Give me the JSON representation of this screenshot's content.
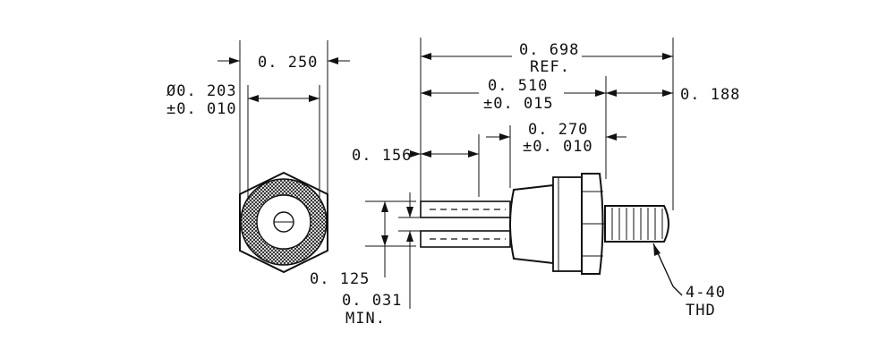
{
  "dimensions": {
    "hex_width": "0. 250",
    "bore_dia": "Ø0. 203",
    "bore_tol": "±0. 010",
    "overall_length": "0. 698",
    "overall_ref": "REF.",
    "body_length": "0. 510",
    "body_tol": "±0. 015",
    "thread_length": "0. 188",
    "shank_length": "0. 270",
    "shank_tol": "±0. 010",
    "tine_length": "0. 156",
    "tine_width": "0. 125",
    "slot_width": "0. 031",
    "slot_min": "MIN.",
    "thread_spec": "4-40",
    "thread_type": "THD"
  },
  "colors": {
    "ink": "#111111",
    "paper": "#ffffff"
  }
}
